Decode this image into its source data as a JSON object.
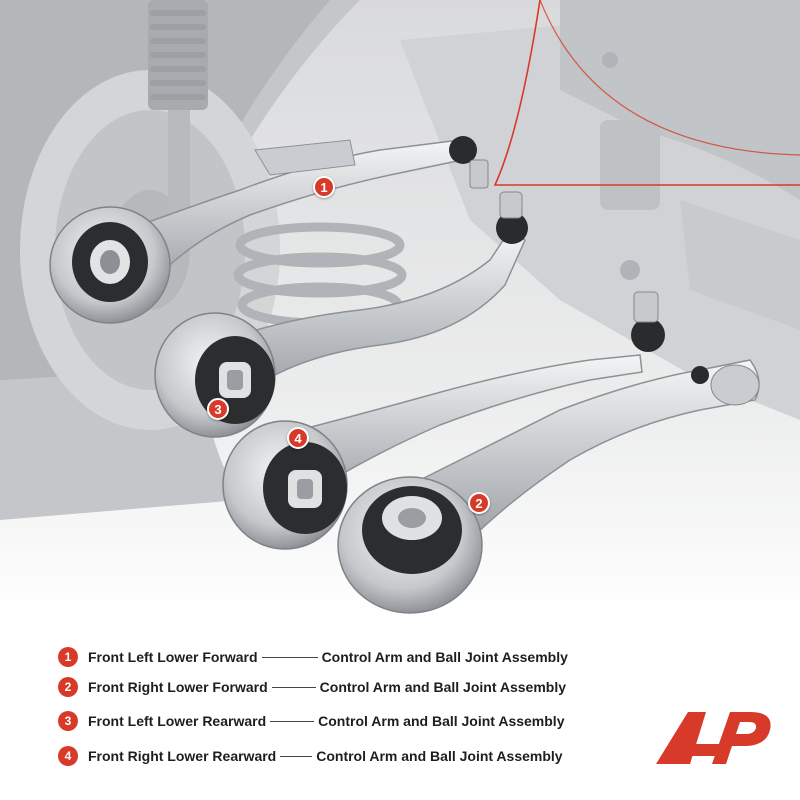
{
  "callouts": [
    {
      "num": "1"
    },
    {
      "num": "2"
    },
    {
      "num": "3"
    },
    {
      "num": "4"
    }
  ],
  "legend": {
    "items": [
      {
        "num": "1",
        "position": "Front Left Lower Forward",
        "description": "Control Arm and Ball Joint Assembly"
      },
      {
        "num": "2",
        "position": "Front Right Lower Forward",
        "description": "Control Arm and Ball Joint Assembly"
      },
      {
        "num": "3",
        "position": "Front Left Lower Rearward",
        "description": "Control Arm and Ball Joint Assembly"
      },
      {
        "num": "4",
        "position": "Front Right Lower Rearward",
        "description": "Control Arm and Ball Joint Assembly"
      }
    ]
  },
  "colors": {
    "accent": "#d83a2a",
    "text": "#1e1e1e",
    "background": "#ffffff"
  },
  "icons": {
    "brand": "a-premium-logo-icon"
  }
}
